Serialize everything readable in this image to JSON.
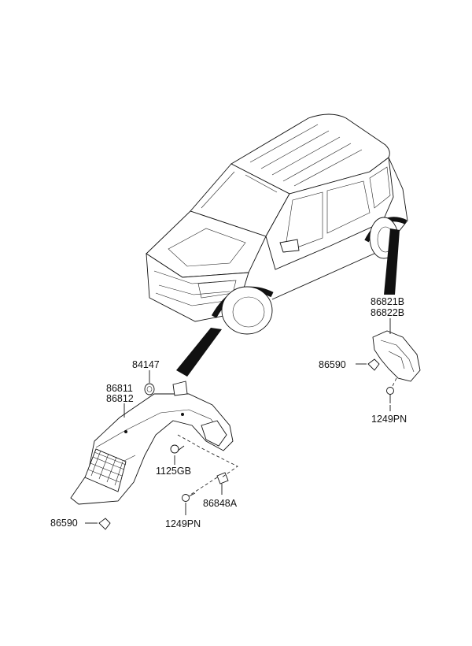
{
  "labels": {
    "p84147": "84147",
    "p86811": "86811",
    "p86812": "86812",
    "p1125GB": "1125GB",
    "p86848A": "86848A",
    "p1249PN_left": "1249PN",
    "p86590_left": "86590",
    "p86821B": "86821B",
    "p86822B": "86822B",
    "p86590_right": "86590",
    "p1249PN_right": "1249PN"
  }
}
